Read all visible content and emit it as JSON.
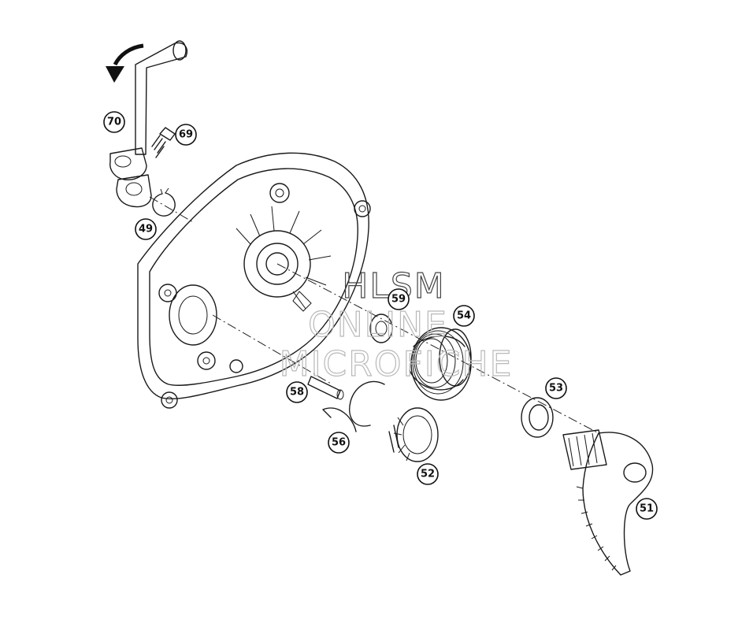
{
  "callouts": [
    {
      "id": "70",
      "label": "70"
    },
    {
      "id": "69",
      "label": "69"
    },
    {
      "id": "49",
      "label": "49"
    },
    {
      "id": "59",
      "label": "59"
    },
    {
      "id": "54",
      "label": "54"
    },
    {
      "id": "58",
      "label": "58"
    },
    {
      "id": "53",
      "label": "53"
    },
    {
      "id": "56",
      "label": "56"
    },
    {
      "id": "52",
      "label": "52"
    },
    {
      "id": "51",
      "label": "51"
    }
  ],
  "watermark": {
    "line1": "HLSM",
    "line2": "ONLINE",
    "line3": "MICROFICHE"
  }
}
